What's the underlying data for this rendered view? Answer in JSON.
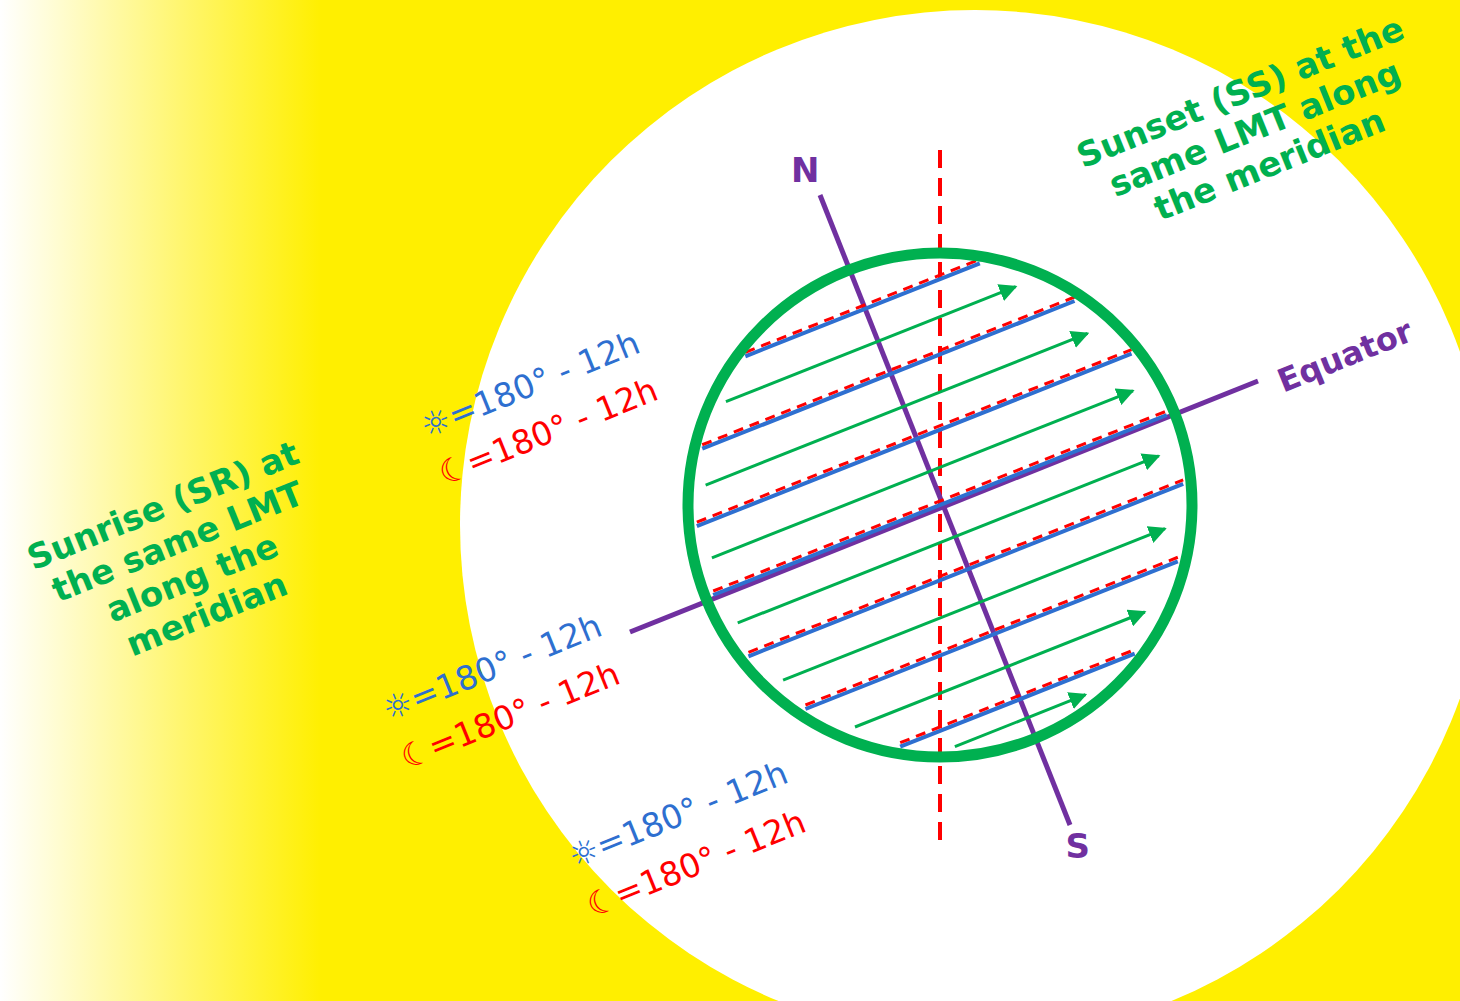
{
  "diagram": {
    "labels": [
      "Sunset (SS) at the same LMT along the meridian",
      "N",
      "Equator",
      "☼=180° - 12h",
      "☾=180° - 12h",
      "Sunrise (SR) at the same LMT along the meridian",
      "☼=180° - 12h",
      "☾=180° - 12h",
      "☼=180° - 12h",
      "☾=180° - 12h",
      "S"
    ]
  }
}
